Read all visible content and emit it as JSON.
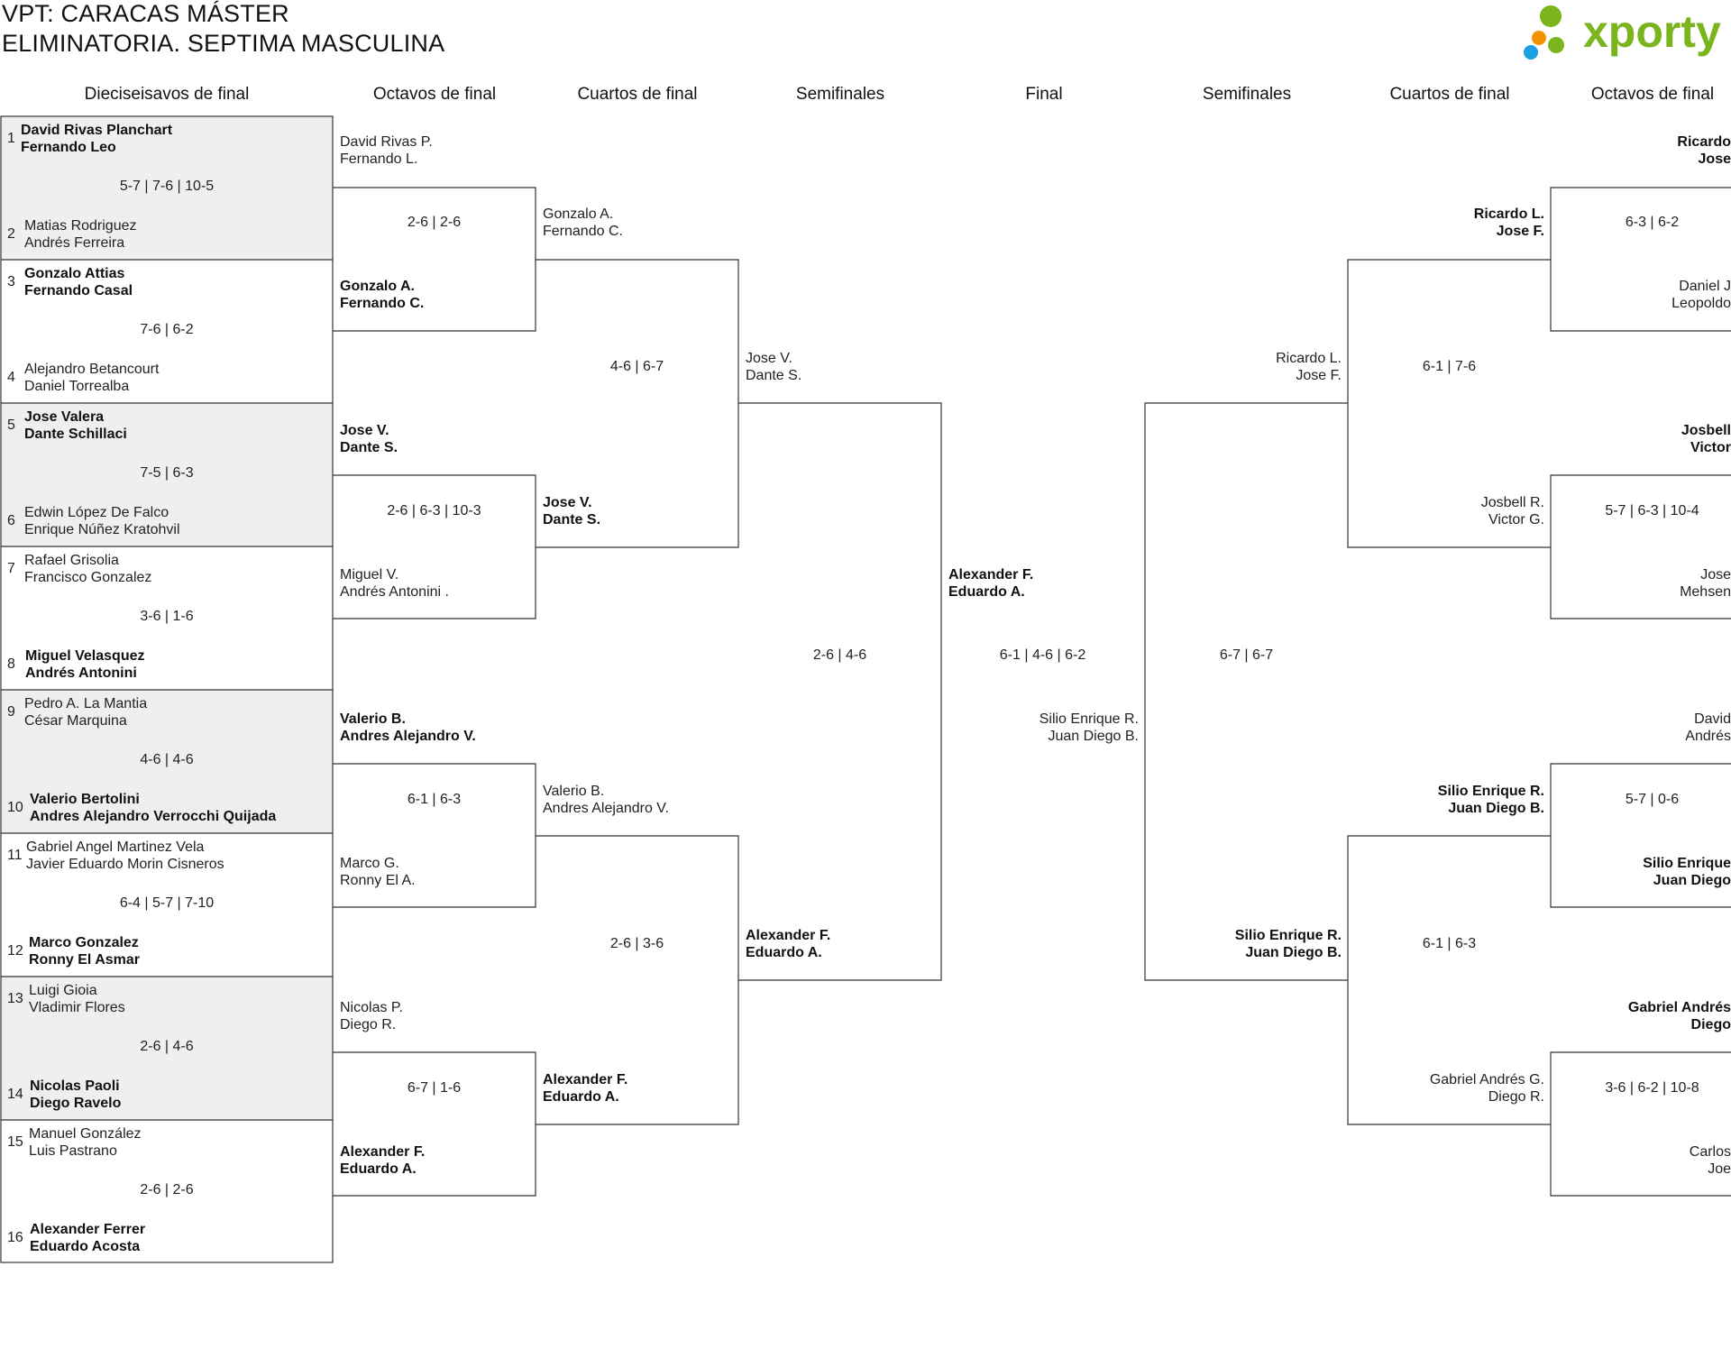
{
  "header": {
    "title_line1": "VPT: CARACAS MÁSTER",
    "title_line2": "ELIMINATORIA. SEPTIMA MASCULINA",
    "logo_text": "xporty"
  },
  "colors": {
    "box_shade": "#efefef",
    "logo_green": "#7ab51d",
    "dot_orange": "#f39200",
    "dot_blue": "#1a9fe0"
  },
  "rounds": [
    "Dieciseisavos de final",
    "Octavos de final",
    "Cuartos de final",
    "Semifinales",
    "Final",
    "Semifinales",
    "Cuartos de final",
    "Octavos de final"
  ],
  "r32": [
    {
      "seed_a": "1",
      "a1": "David Rivas Planchart",
      "a2": "Fernando Leo",
      "seed_b": "2",
      "b1": "Matias Rodriguez",
      "b2": "Andrés Ferreira",
      "score": "5-7 | 7-6 | 10-5"
    },
    {
      "seed_a": "3",
      "a1": "Gonzalo Attias",
      "a2": "Fernando Casal",
      "seed_b": "4",
      "b1": "Alejandro Betancourt",
      "b2": "Daniel Torrealba",
      "score": "7-6 | 6-2"
    },
    {
      "seed_a": "5",
      "a1": "Jose Valera",
      "a2": "Dante Schillaci",
      "seed_b": "6",
      "b1": "Edwin López De Falco",
      "b2": "Enrique Núñez Kratohvil",
      "score": "7-5 | 6-3"
    },
    {
      "seed_a": "7",
      "a1": "Rafael Grisolia",
      "a2": "Francisco Gonzalez",
      "seed_b": "8",
      "b1": "Miguel Velasquez",
      "b2": "Andrés Antonini",
      "score": "3-6 | 1-6"
    },
    {
      "seed_a": "9",
      "a1": "Pedro A. La Mantia",
      "a2": "César Marquina",
      "seed_b": "10",
      "b1": "Valerio Bertolini",
      "b2": "Andres Alejandro Verrocchi Quijada",
      "score": "4-6 | 4-6"
    },
    {
      "seed_a": "11",
      "a1": "Gabriel Angel Martinez Vela",
      "a2": "Javier Eduardo Morin Cisneros",
      "seed_b": "12",
      "b1": "Marco Gonzalez",
      "b2": "Ronny El Asmar",
      "score": "6-4 | 5-7 | 7-10"
    },
    {
      "seed_a": "13",
      "a1": "Luigi Gioia",
      "a2": "Vladimir Flores",
      "seed_b": "14",
      "b1": "Nicolas Paoli",
      "b2": "Diego Ravelo",
      "score": "2-6 | 4-6"
    },
    {
      "seed_a": "15",
      "a1": "Manuel González",
      "a2": "Luis Pastrano",
      "seed_b": "16",
      "b1": "Alexander Ferrer",
      "b2": "Eduardo Acosta",
      "score": "2-6 | 2-6"
    }
  ],
  "r16_left": [
    {
      "a1": "David Rivas P.",
      "a2": "Fernando L.",
      "b1": "Gonzalo A.",
      "b2": "Fernando C.",
      "score": "2-6 | 2-6"
    },
    {
      "a1": "Jose V.",
      "a2": "Dante S.",
      "b1": "Miguel V.",
      "b2": "Andrés Antonini .",
      "score": "2-6 | 6-3 | 10-3"
    },
    {
      "a1": "Valerio B.",
      "a2": "Andres Alejandro V.",
      "b1": "Marco G.",
      "b2": "Ronny El A.",
      "score": "6-1 | 6-3"
    },
    {
      "a1": "Nicolas P.",
      "a2": "Diego R.",
      "b1": "Alexander F.",
      "b2": "Eduardo A.",
      "score": "6-7 | 1-6"
    }
  ],
  "qf_left": [
    {
      "a1": "Gonzalo A.",
      "a2": "Fernando C.",
      "b1": "Jose V.",
      "b2": "Dante S.",
      "score": "4-6 | 6-7"
    },
    {
      "a1": "Valerio B.",
      "a2": "Andres Alejandro V.",
      "b1": "Alexander F.",
      "b2": "Eduardo A.",
      "score": "2-6 | 3-6"
    }
  ],
  "sf_left": {
    "a1": "Jose V.",
    "a2": "Dante S.",
    "b1": "Alexander F.",
    "b2": "Eduardo A.",
    "score": "2-6 | 4-6"
  },
  "final": {
    "a1": "Alexander F.",
    "a2": "Eduardo A.",
    "b1": "Silio Enrique R.",
    "b2": "Juan Diego B.",
    "score": "6-1 | 4-6 | 6-2"
  },
  "sf_right": {
    "a1": "Ricardo L.",
    "a2": "Jose F.",
    "b1": "Silio Enrique R.",
    "b2": "Juan Diego B.",
    "score": "6-7 | 6-7"
  },
  "qf_right": [
    {
      "a1": "Ricardo L.",
      "a2": "Jose F.",
      "b1": "Josbell R.",
      "b2": "Victor G.",
      "score": "6-1 | 7-6"
    },
    {
      "a1": "Silio Enrique R.",
      "a2": "Juan Diego B.",
      "b1": "Gabriel Andrés G.",
      "b2": "Diego R.",
      "score": "6-1 | 6-3"
    }
  ],
  "r16_right": [
    {
      "a1": "Ricardo",
      "a2": "Jose",
      "b1": "Daniel J",
      "b2": "Leopoldo",
      "score": "6-3 | 6-2"
    },
    {
      "a1": "Josbell",
      "a2": "Victor",
      "b1": "Jose",
      "b2": "Mehsen",
      "score": "5-7 | 6-3 | 10-4"
    },
    {
      "a1": "David",
      "a2": "Andrés",
      "b1": "Silio Enrique",
      "b2": "Juan Diego",
      "score": "5-7 | 0-6"
    },
    {
      "a1": "Gabriel Andrés",
      "a2": "Diego",
      "b1": "Carlos",
      "b2": "Joe",
      "score": "3-6 | 6-2 | 10-8"
    }
  ]
}
